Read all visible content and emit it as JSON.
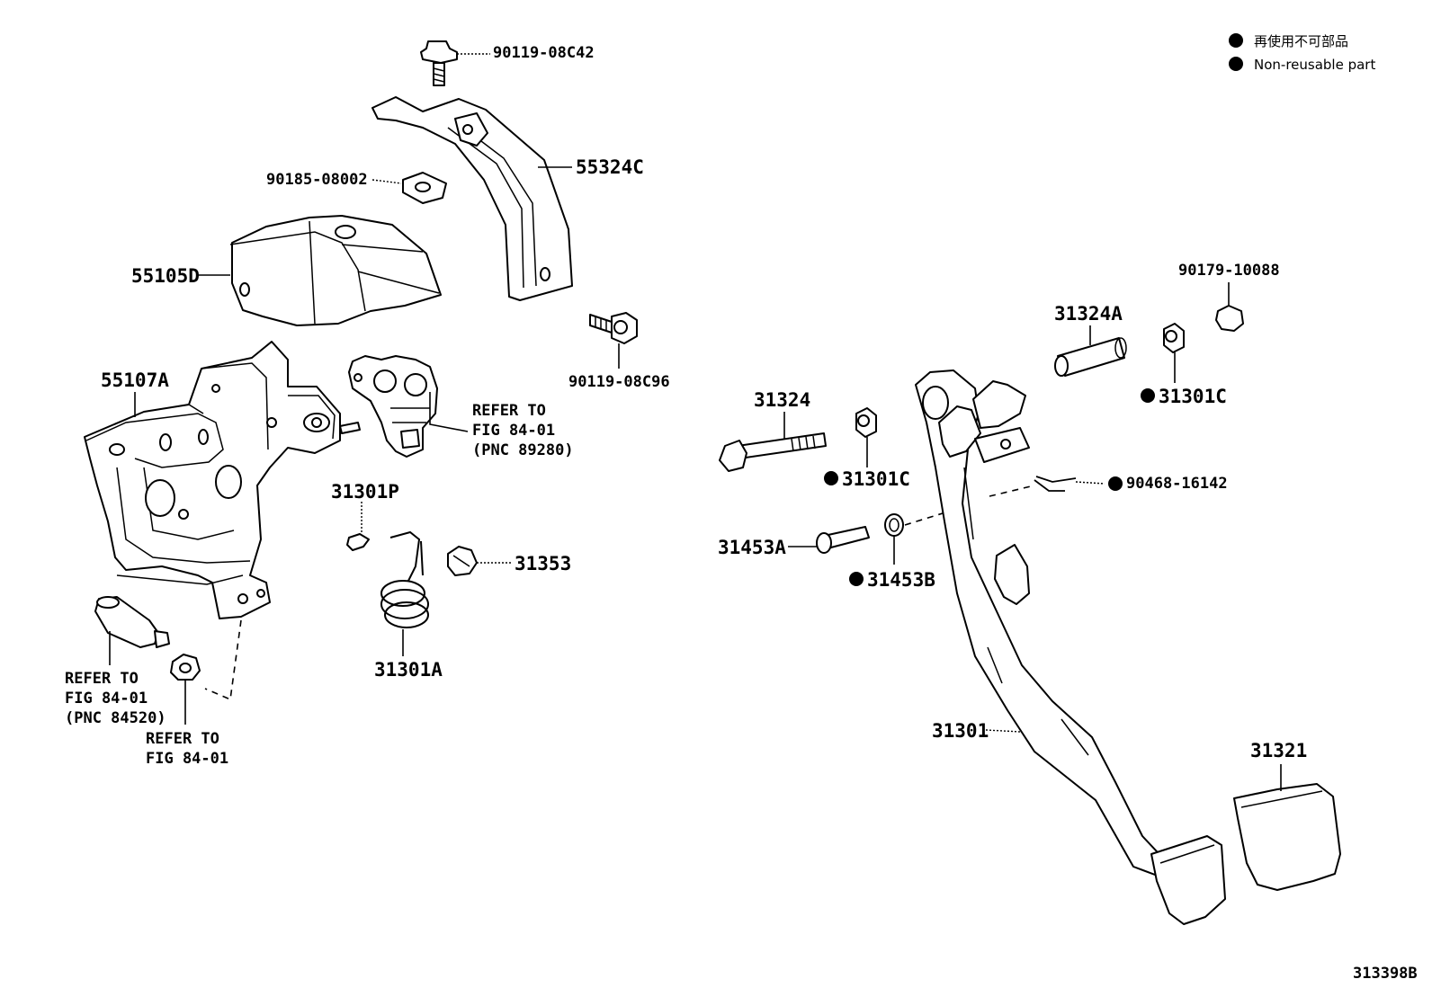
{
  "legend": {
    "line_jp": "再使用不可部品",
    "line_en": "Non-reusable part"
  },
  "figure_code": "313398B",
  "labels": {
    "p90119_08C42": "90119-08C42",
    "p55324C": "55324C",
    "p90185_08002": "90185-08002",
    "p55105D": "55105D",
    "p90119_08C96": "90119-08C96",
    "p55107A": "55107A",
    "ref1_l1": "REFER TO",
    "ref1_l2": "FIG 84-01",
    "ref1_l3": "(PNC 89280)",
    "p31301P": "31301P",
    "p31353": "31353",
    "p31301A": "31301A",
    "ref2_l1": "REFER TO",
    "ref2_l2": "FIG 84-01",
    "ref2_l3": "(PNC 84520)",
    "ref3_l1": "REFER TO",
    "ref3_l2": "FIG 84-01",
    "p90179_10088": "90179-10088",
    "p31324A": "31324A",
    "p31301C_a": "31301C",
    "p31324": "31324",
    "p31301C_b": "31301C",
    "p90468_16142": "90468-16142",
    "p31453A": "31453A",
    "p31453B": "31453B",
    "p31301": "31301",
    "p31321": "31321"
  }
}
